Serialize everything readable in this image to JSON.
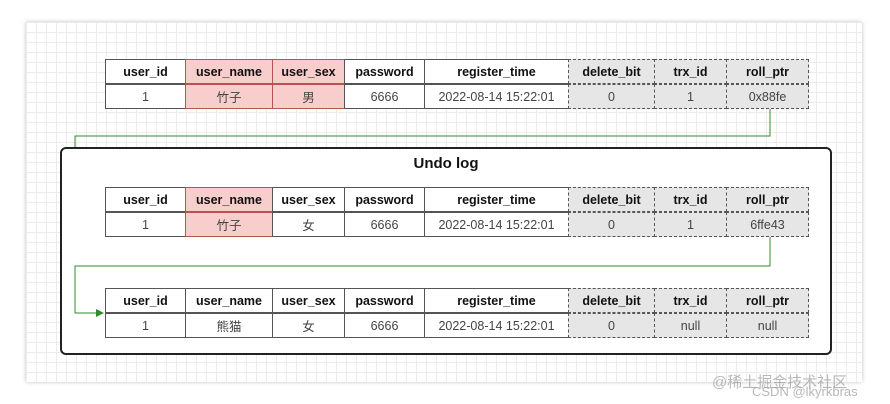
{
  "diagram": {
    "undo_title": "Undo log",
    "columns": [
      "user_id",
      "user_name",
      "user_sex",
      "password",
      "register_time",
      "delete_bit",
      "trx_id",
      "roll_ptr"
    ],
    "tables": [
      {
        "cells": [
          "1",
          "竹子",
          "男",
          "6666",
          "2022-08-14 15:22:01",
          "0",
          "1",
          "0x88fe"
        ]
      },
      {
        "cells": [
          "1",
          "竹子",
          "女",
          "6666",
          "2022-08-14 15:22:01",
          "0",
          "1",
          "6ffe43"
        ]
      },
      {
        "cells": [
          "1",
          "熊猫",
          "女",
          "6666",
          "2022-08-14 15:22:01",
          "0",
          "null",
          "null"
        ]
      }
    ],
    "colors": {
      "highlight_fill": "#f8cecc",
      "highlight_border": "#b85450",
      "hidden_column_fill": "#e6e6e6",
      "arrow": "#2e8b2e"
    }
  },
  "watermark": {
    "line1": "@稀土掘金技术社区",
    "line2": "CSDN @lkyrkbras"
  }
}
